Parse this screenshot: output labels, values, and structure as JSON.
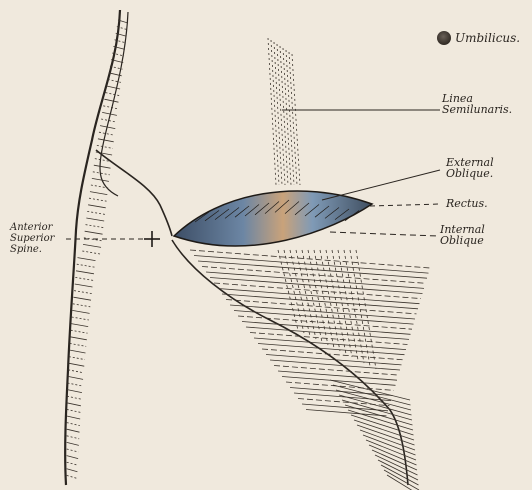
{
  "labels": {
    "umbilicus": "Umbilicus.",
    "linea_semilunaris": [
      "Linea",
      "Semilunaris."
    ],
    "external_oblique": [
      "External",
      "Oblique."
    ],
    "rectus": "Rectus.",
    "internal_oblique": [
      "Internal",
      "Oblique"
    ],
    "anterior_superior_spine": [
      "Anterior",
      "Superior",
      "Spine."
    ]
  },
  "colors": {
    "background": "#f0e9dd",
    "ink": "#2a2520",
    "wound_blue": "#5a7898",
    "wound_tan": "#c9a27a"
  }
}
